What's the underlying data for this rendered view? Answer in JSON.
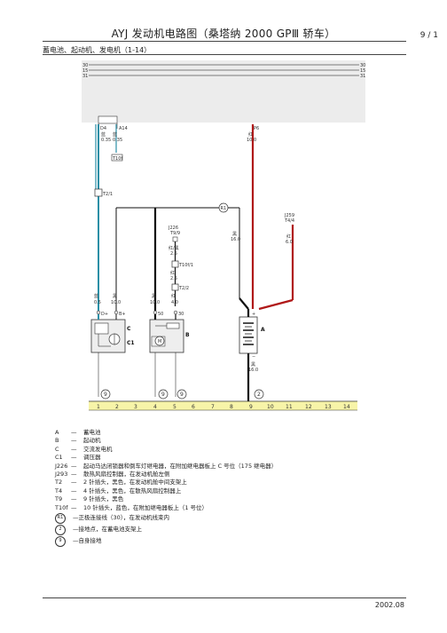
{
  "header": {
    "title": "AYJ 发动机电路图（桑塔纳 2000 GPⅢ 轿车）",
    "page": "9 / 1",
    "subtitle": "蓄电池、起动机、发电机（1-14）"
  },
  "bus_labels": {
    "left": [
      "30",
      "15",
      "31"
    ],
    "right": [
      "30",
      "15",
      "31"
    ]
  },
  "connectors": {
    "d4": "D4",
    "a14": "A14",
    "p6": "P6",
    "t2_1": "T2/1",
    "t10f1": "T10f/1",
    "t2_2": "T2/2",
    "t10f_box": "T10f"
  },
  "wires": {
    "w_d4": [
      "蓝",
      "0.35"
    ],
    "w_a14": [
      "蓝",
      "0.35"
    ],
    "w_p6": [
      "红",
      "10.0"
    ],
    "w_c_left": [
      "蓝",
      "0.5"
    ],
    "w_c_right": [
      "黑",
      "10.0"
    ],
    "w_b_left": [
      "黑",
      "10.0"
    ],
    "w_b_right": [
      "红",
      "4.0"
    ],
    "w_mid": [
      "黑",
      "16.0"
    ],
    "w_j259": [
      "红",
      "6.0"
    ],
    "w_ground": [
      "黑",
      "16.0"
    ],
    "w_rb1": [
      "红/黑",
      "2.5"
    ],
    "w_rb2": [
      "红",
      "2.5"
    ]
  },
  "components": {
    "j226": "J226",
    "t9": "T9/9",
    "j259": "J259",
    "t4": "T4/4",
    "c": "C",
    "c1": "C1",
    "b": "B",
    "a": "A",
    "r1": "R1"
  },
  "terminals": {
    "c_dplus": "D+",
    "c_bplus": "B+",
    "b_50": "50",
    "b_30": "30",
    "a_plus": "+",
    "a_minus": "−"
  },
  "ground_points": [
    "9",
    "9",
    "9",
    "2"
  ],
  "track_numbers": [
    "1",
    "2",
    "3",
    "4",
    "5",
    "6",
    "7",
    "8",
    "9",
    "10",
    "11",
    "12",
    "13",
    "14"
  ],
  "legend": [
    {
      "code": "A",
      "text": "蓄电池"
    },
    {
      "code": "B",
      "text": "起动机"
    },
    {
      "code": "C",
      "text": "交流发电机"
    },
    {
      "code": "C1",
      "text": "调压器"
    },
    {
      "code": "J226",
      "text": "起动马达闭锁器和倒车灯继电器，在附加继电器板上 C 号位（175 继电器）"
    },
    {
      "code": "J293",
      "text": "散热风扇控制器，在发动机舱左侧"
    },
    {
      "code": "T2",
      "text": "2 针插头，黑色，在发动机舱中间支架上"
    },
    {
      "code": "T4",
      "text": "4 针插头，黑色，在散热风扇控制器上"
    },
    {
      "code": "T9",
      "text": "9 针插头，黑色"
    },
    {
      "code": "T10f",
      "text": "10 针插头，蓝色，在附加继电器板上（1 号位）"
    }
  ],
  "legend_symbols": [
    {
      "code": "R1",
      "text": "正极连接线（30），在发动机线束内"
    },
    {
      "code": "2",
      "text": "接地点，在蓄电池支架上"
    },
    {
      "code": "9",
      "text": "自身接地"
    }
  ],
  "footer": {
    "date": "2002.08"
  },
  "colors": {
    "top_band": "#ececec",
    "ground_band": "#f7f4a8",
    "wire_blue": "#2b8fa6",
    "wire_red": "#b01818",
    "wire_black": "#111111"
  }
}
